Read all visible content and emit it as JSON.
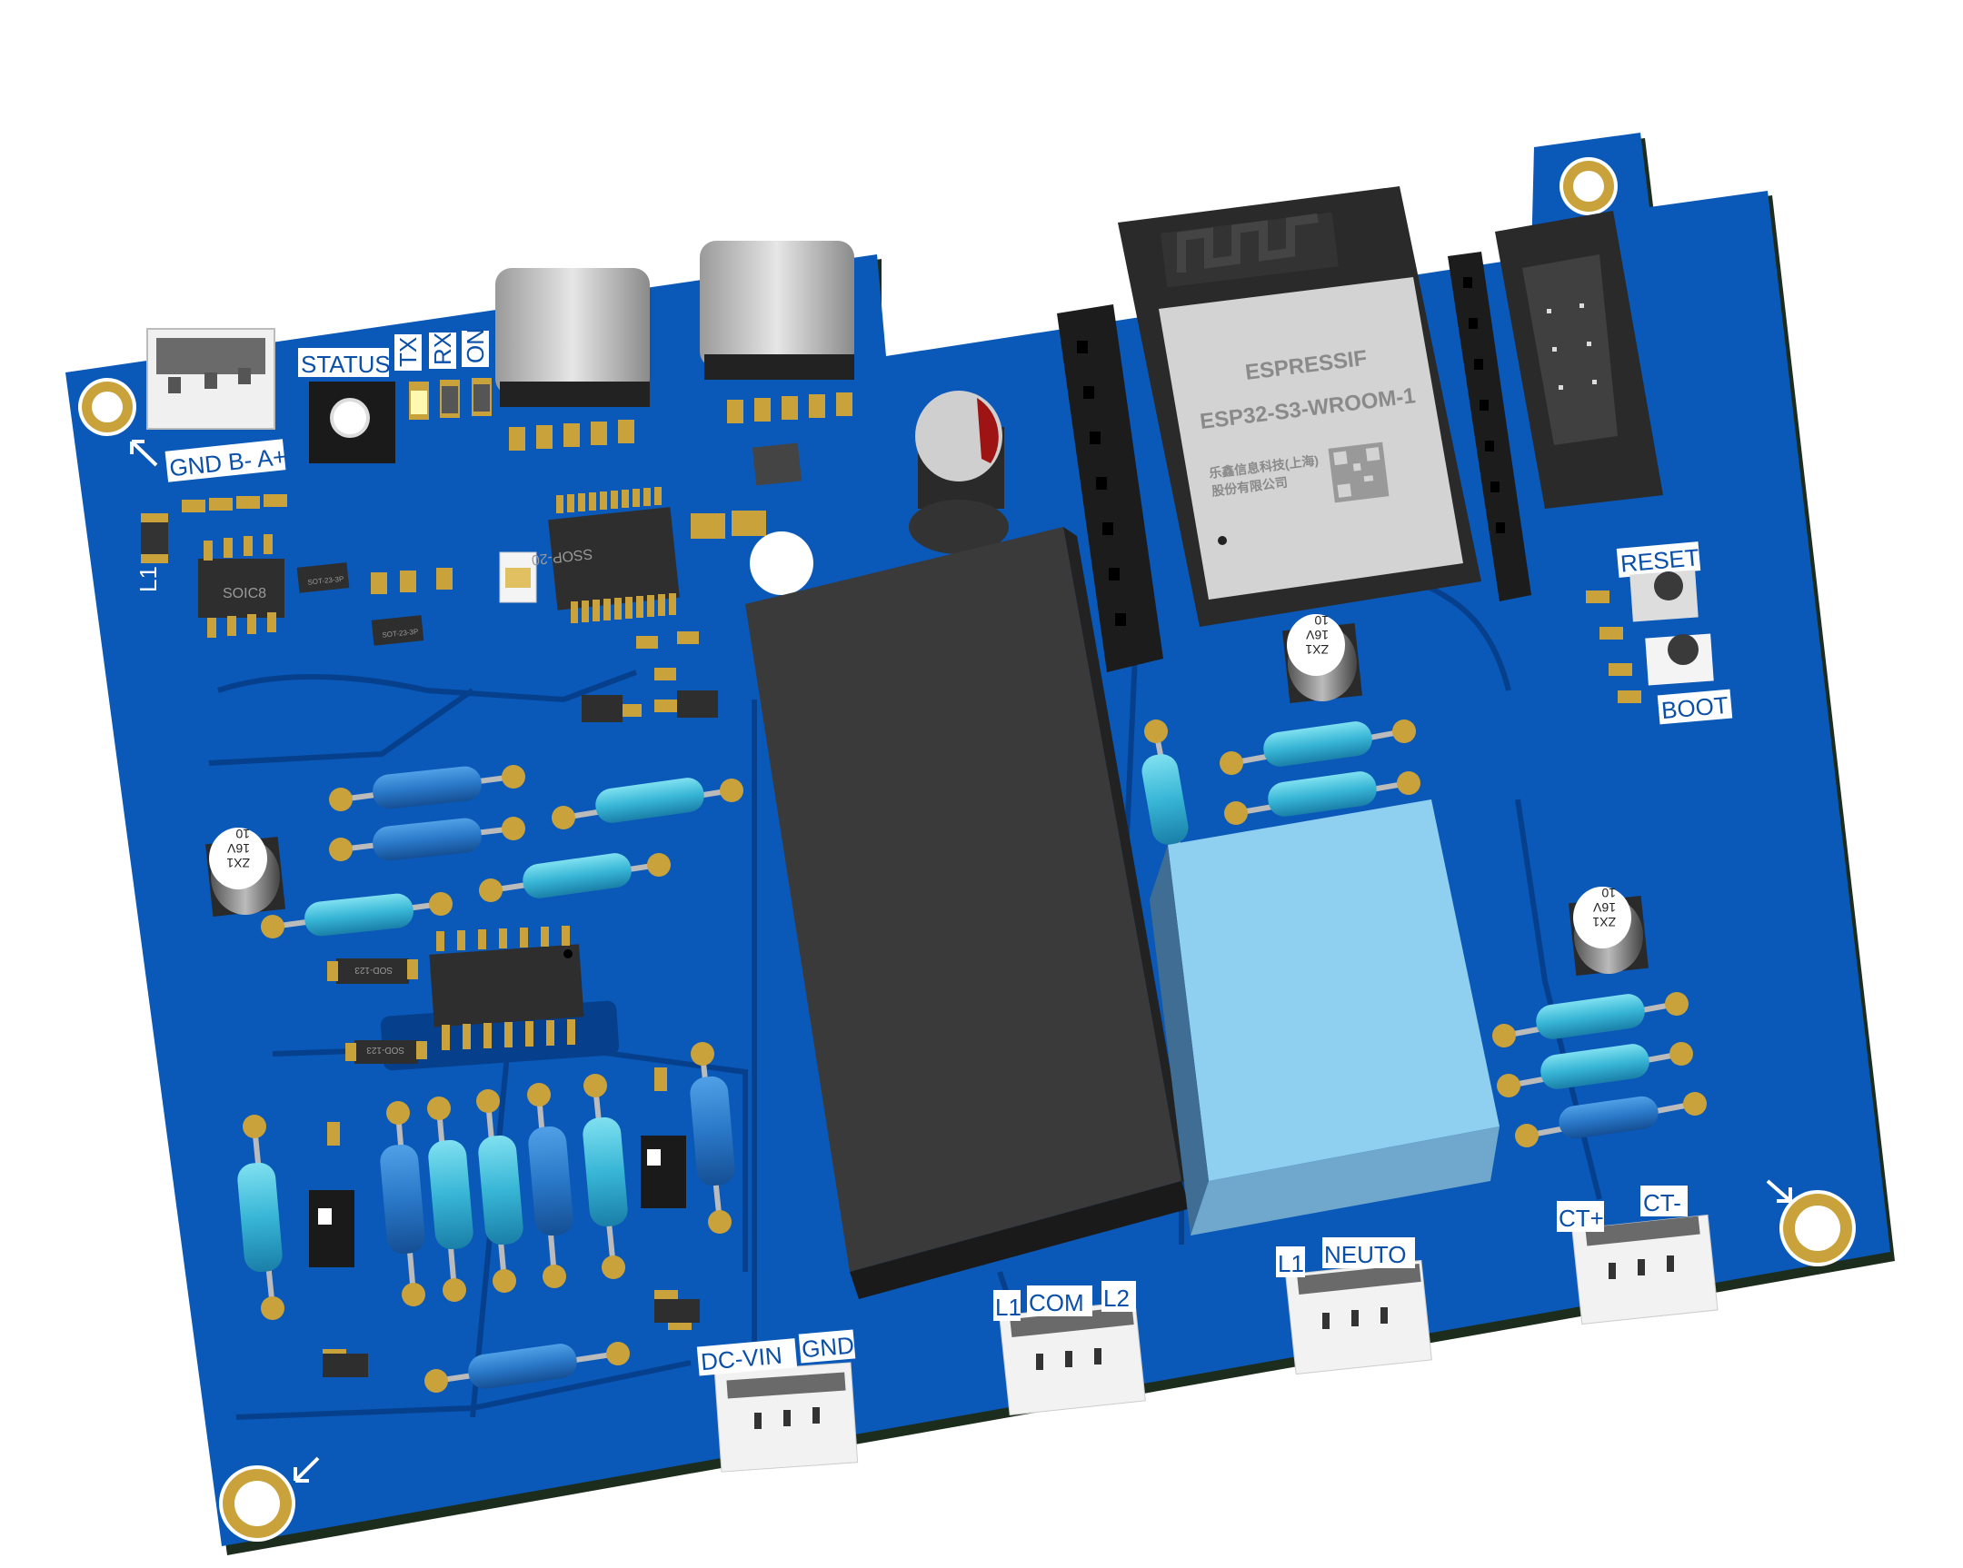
{
  "board": {
    "description": "3D render of a blue PCB energy-monitor board",
    "colors": {
      "pcb": "#0a58b8",
      "pcb_dark": "#06408c",
      "trace": "#0c4696",
      "copper": "#c9a23c",
      "silkscreen": "#ffffff",
      "connector_white": "#f2f2f2",
      "ic_black": "#2e2e2e",
      "relay_black": "#3a3a3a",
      "transformer_blue": "#8fd0f0",
      "resistor_body": "#3cbcd8"
    }
  },
  "labels": {
    "rs485": "GND B- A+",
    "status": "STATUS",
    "tx": "TX",
    "rx": "RX",
    "on": "ON",
    "reset": "RESET",
    "boot": "BOOT",
    "dc_vin": "DC-VIN",
    "gnd": "GND",
    "l1_a": "L1",
    "com": "COM",
    "l2": "L2",
    "l1_b": "L1",
    "neuto": "NEUTO",
    "ct_plus": "CT+",
    "ct_minus": "CT-",
    "inductor": "L1"
  },
  "chips": {
    "soic8": "SOIC8",
    "ssop20": "SSOP-20",
    "sot23a": "SOT-23-3P",
    "sot23b": "SOT-23-3P",
    "sod123a": "SOD-123",
    "sod123b": "SOD-123"
  },
  "module": {
    "brand": "ESPRESSIF",
    "model": "ESP32-S3-WROOM-1",
    "line1": "乐鑫信息科技(上海)",
    "line2": "股份有限公司"
  },
  "capacitors": [
    {
      "line1": "ZX1",
      "line2": "16V",
      "line3": "10"
    },
    {
      "line1": "ZX1",
      "line2": "16V",
      "line3": "10"
    },
    {
      "line1": "ZX1",
      "line2": "16V",
      "line3": "10"
    }
  ]
}
